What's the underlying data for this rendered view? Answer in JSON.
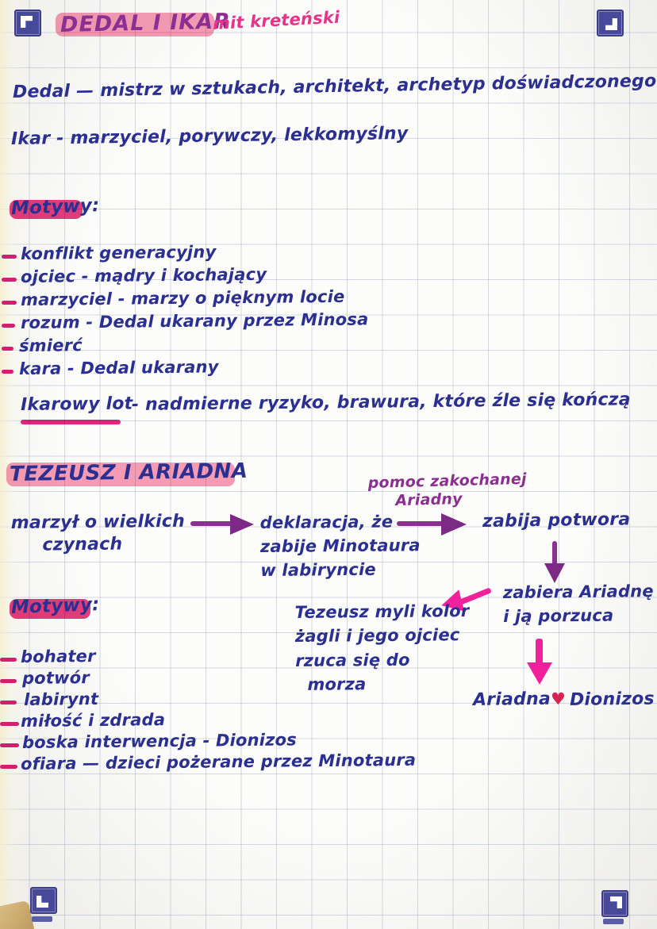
{
  "page": {
    "paper": "grid/graph notebook page",
    "ink_colors": {
      "blue": "#2b3090",
      "purple": "#8b2f90",
      "pink": "#e8338b",
      "magenta": "#d6217e",
      "highlight_light_pink": "#f78fae",
      "highlight_deep_pink": "#e4286f",
      "heart_red": "#d5244f",
      "corner_marker": "#474a9a"
    },
    "corner_markers": [
      "top-left-marker",
      "top-right-marker",
      "bottom-left-marker",
      "bottom-right-marker"
    ]
  },
  "section1": {
    "title": "DEDAL I IKAR",
    "subtitle": "mit kreteński",
    "characters": [
      "Dedal — mistrz w sztukach, architekt, archetyp doświadczonego i rozważnego",
      "Ikar - marzyciel, porywczy, lekkomyślny"
    ],
    "motifs_heading": "Motywy:",
    "motifs": [
      "konflikt generacyjny",
      "ojciec - mądry i kochający",
      "marzyciel - marzy o pięknym locie",
      "rozum - Dedal ukarany przez Minosa",
      "śmierć",
      "kara - Dedal ukarany"
    ],
    "key_phrase_term": "Ikarowy lot",
    "key_phrase_rest": " - nadmierne ryzyko, brawura, które źle się kończą"
  },
  "section2": {
    "title": "TEZEUSZ I ARIADNA",
    "flow": {
      "step1": "marzył o wielkich\n     czynach",
      "step2": "deklaracja, że\nzabije Minotaura\nw labiryncie",
      "step3": "zabija potwora",
      "arrow2_label": "pomoc zakochanej\n     Ariadny",
      "step4": "zabiera Ariadnę\ni ją porzuca",
      "step5": "Tezeusz myli kolor\nżagli i jego ojciec\nrzuca się do\n  morza",
      "step6_left": "Ariadna",
      "step6_heart": "♥",
      "step6_right": "Dionizos"
    },
    "motifs_heading": "Motywy:",
    "motifs": [
      "bohater",
      "potwór",
      "labirynt",
      "miłość i zdrada",
      "boska interwencja - Dionizos",
      "ofiara — dzieci pożerane przez Minotaura"
    ]
  }
}
